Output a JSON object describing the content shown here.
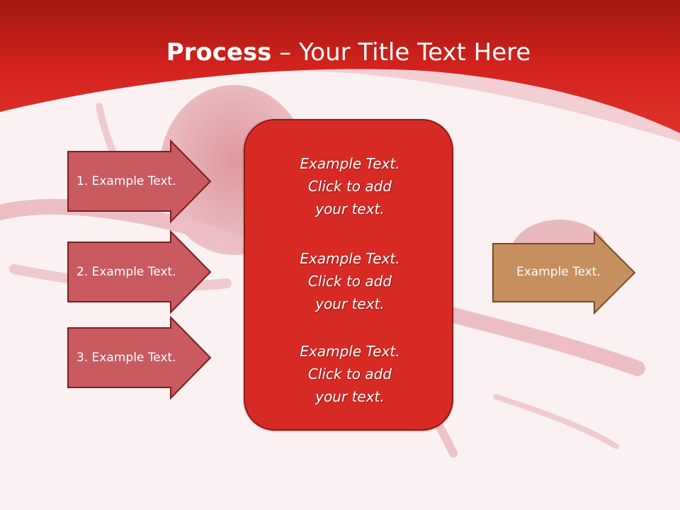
{
  "slide": {
    "title_bold": "Process",
    "title_rest": " – Your Title Text Here"
  },
  "inputs": [
    {
      "label": "1. Example Text."
    },
    {
      "label": "2. Example Text."
    },
    {
      "label": "3. Example Text."
    }
  ],
  "center_box": {
    "items": [
      "Example Text.\nClick  to add\nyour text.",
      "Example Text.\nClick  to add\nyour text.",
      "Example Text.\nClick  to add\nyour text."
    ]
  },
  "output": {
    "label": "Example Text."
  },
  "colors": {
    "banner": "#d8241f",
    "input_arrow": "#c85a60",
    "center_box": "#d72a24",
    "output_arrow": "#c68f60"
  }
}
